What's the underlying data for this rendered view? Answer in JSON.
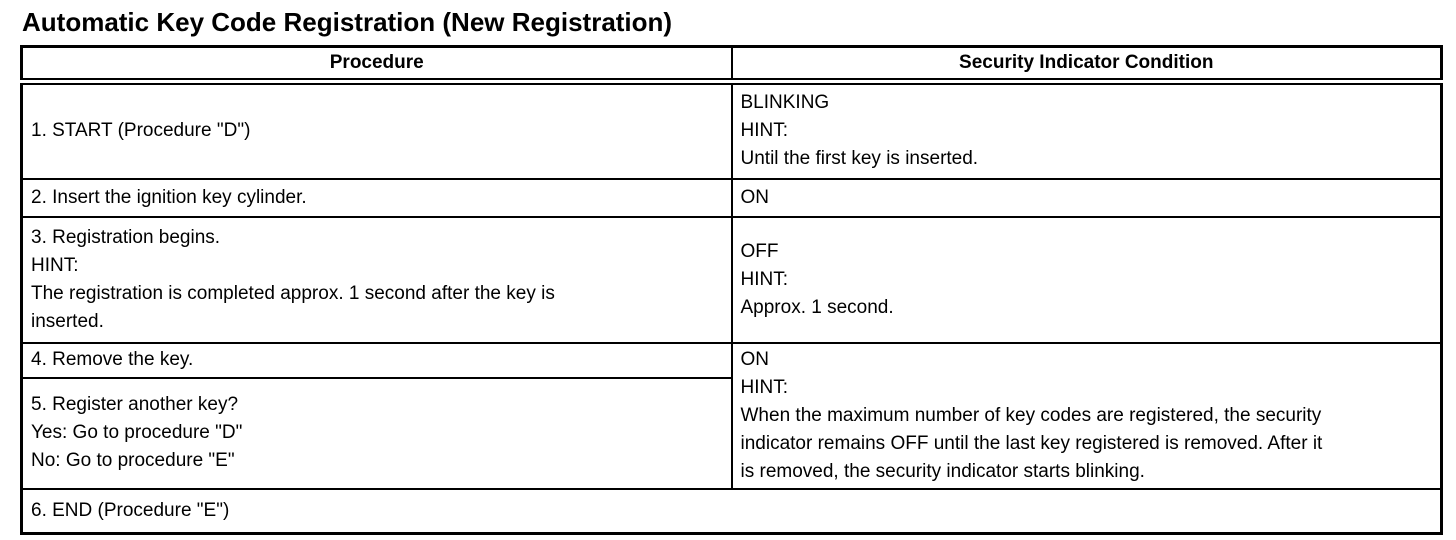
{
  "page": {
    "title": "Automatic Key Code Registration (New Registration)"
  },
  "colors": {
    "text": "#000000",
    "border": "#000000",
    "background": "#ffffff"
  },
  "table": {
    "headers": [
      "Procedure",
      "Security Indicator Condition"
    ],
    "rows": [
      {
        "procedure": "1. START (Procedure \"D\")",
        "condition": "BLINKING\nHINT:\nUntil the first key is inserted."
      },
      {
        "procedure": "2. Insert the ignition key cylinder.",
        "condition": "ON"
      },
      {
        "procedure": "3. Registration begins.\nHINT:\nThe registration is completed approx. 1 second after the key is\ninserted.",
        "condition": "OFF\nHINT:\nApprox. 1 second."
      },
      {
        "procedure": "4. Remove the key.",
        "condition": "ON\nHINT:\nWhen the maximum number of key codes are registered, the security\nindicator remains OFF until the last key registered is removed. After it\nis removed, the security indicator starts blinking."
      },
      {
        "procedure": "5. Register another key?\nYes: Go to procedure \"D\"\nNo: Go to procedure \"E\""
      },
      {
        "procedure": "6. END (Procedure \"E\")"
      }
    ]
  }
}
